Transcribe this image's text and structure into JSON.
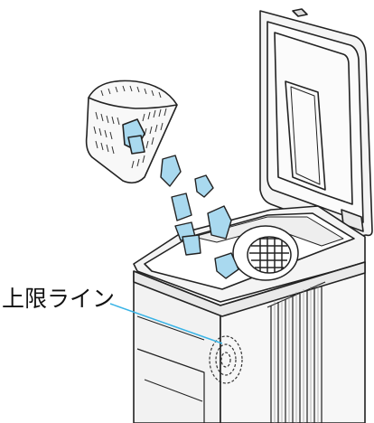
{
  "callout": {
    "label": "上限ライン"
  },
  "colors": {
    "leader_line": "#3ab4e6",
    "chips": "#a9d9ef",
    "outline": "#222222",
    "body_fill": "#f4f4f4"
  },
  "parts": [
    "lid",
    "filter-box",
    "ice-chips",
    "tank-opening",
    "grille",
    "vent-louvers",
    "sensor-circle"
  ]
}
